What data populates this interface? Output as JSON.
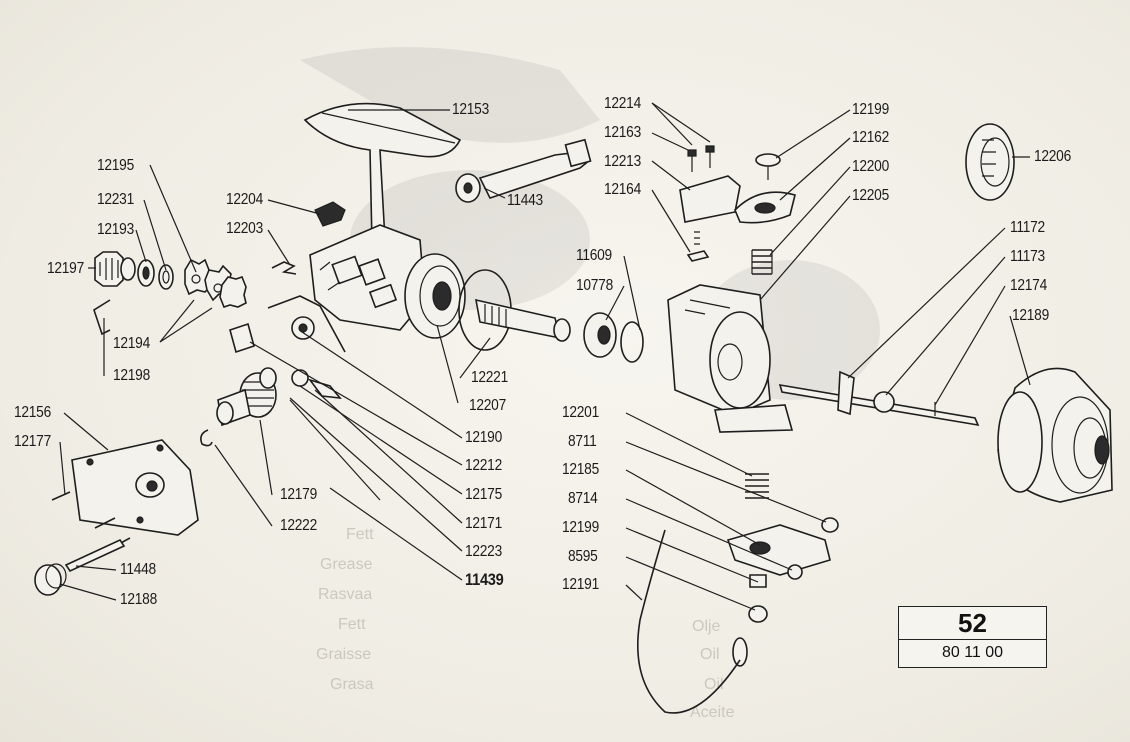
{
  "ghost_text": [
    "Fett",
    "Grease",
    "Rasvaa",
    "Fett",
    "Graisse",
    "Grasa",
    "Olje",
    "Oil",
    "Oil",
    "Aceite"
  ],
  "code_box": {
    "page_number": "52",
    "date": "80 11 00"
  },
  "labels": [
    "12153",
    "12204",
    "12203",
    "12195",
    "12231",
    "12193",
    "12197",
    "12194",
    "12198",
    "11443",
    "12221",
    "12207",
    "12190",
    "12212",
    "12175",
    "12171",
    "12223",
    "11439",
    "12156",
    "12177",
    "12179",
    "12222",
    "11448",
    "12188",
    "12214",
    "12163",
    "12213",
    "12164",
    "11609",
    "10778",
    "12199",
    "12162",
    "12200",
    "12205",
    "12206",
    "11172",
    "11173",
    "12174",
    "12189",
    "12201",
    "8711",
    "12185",
    "8714",
    "12199",
    "8595",
    "12191"
  ],
  "colors": {
    "ink": "#1e1e1e",
    "paper": "#f3f1ea",
    "ghost": "#b9b4aa"
  }
}
